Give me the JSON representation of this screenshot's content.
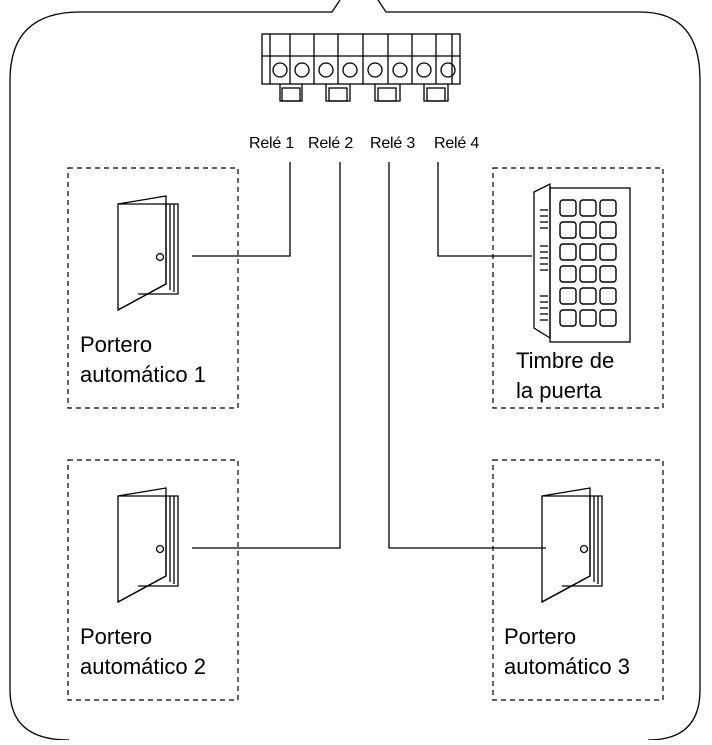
{
  "relays": [
    {
      "label": "Relé 1"
    },
    {
      "label": "Relé 2"
    },
    {
      "label": "Relé 3"
    },
    {
      "label": "Relé 4"
    }
  ],
  "devices": [
    {
      "kind": "door",
      "line1": "Portero",
      "line2": "automático 1"
    },
    {
      "kind": "door",
      "line1": "Portero",
      "line2": "automático 2"
    },
    {
      "kind": "door",
      "line1": "Portero",
      "line2": "automático 3"
    },
    {
      "kind": "keypad",
      "line1": "Timbre de",
      "line2": "la puerta"
    }
  ],
  "colors": {
    "stroke": "#000000",
    "background": "#ffffff"
  }
}
